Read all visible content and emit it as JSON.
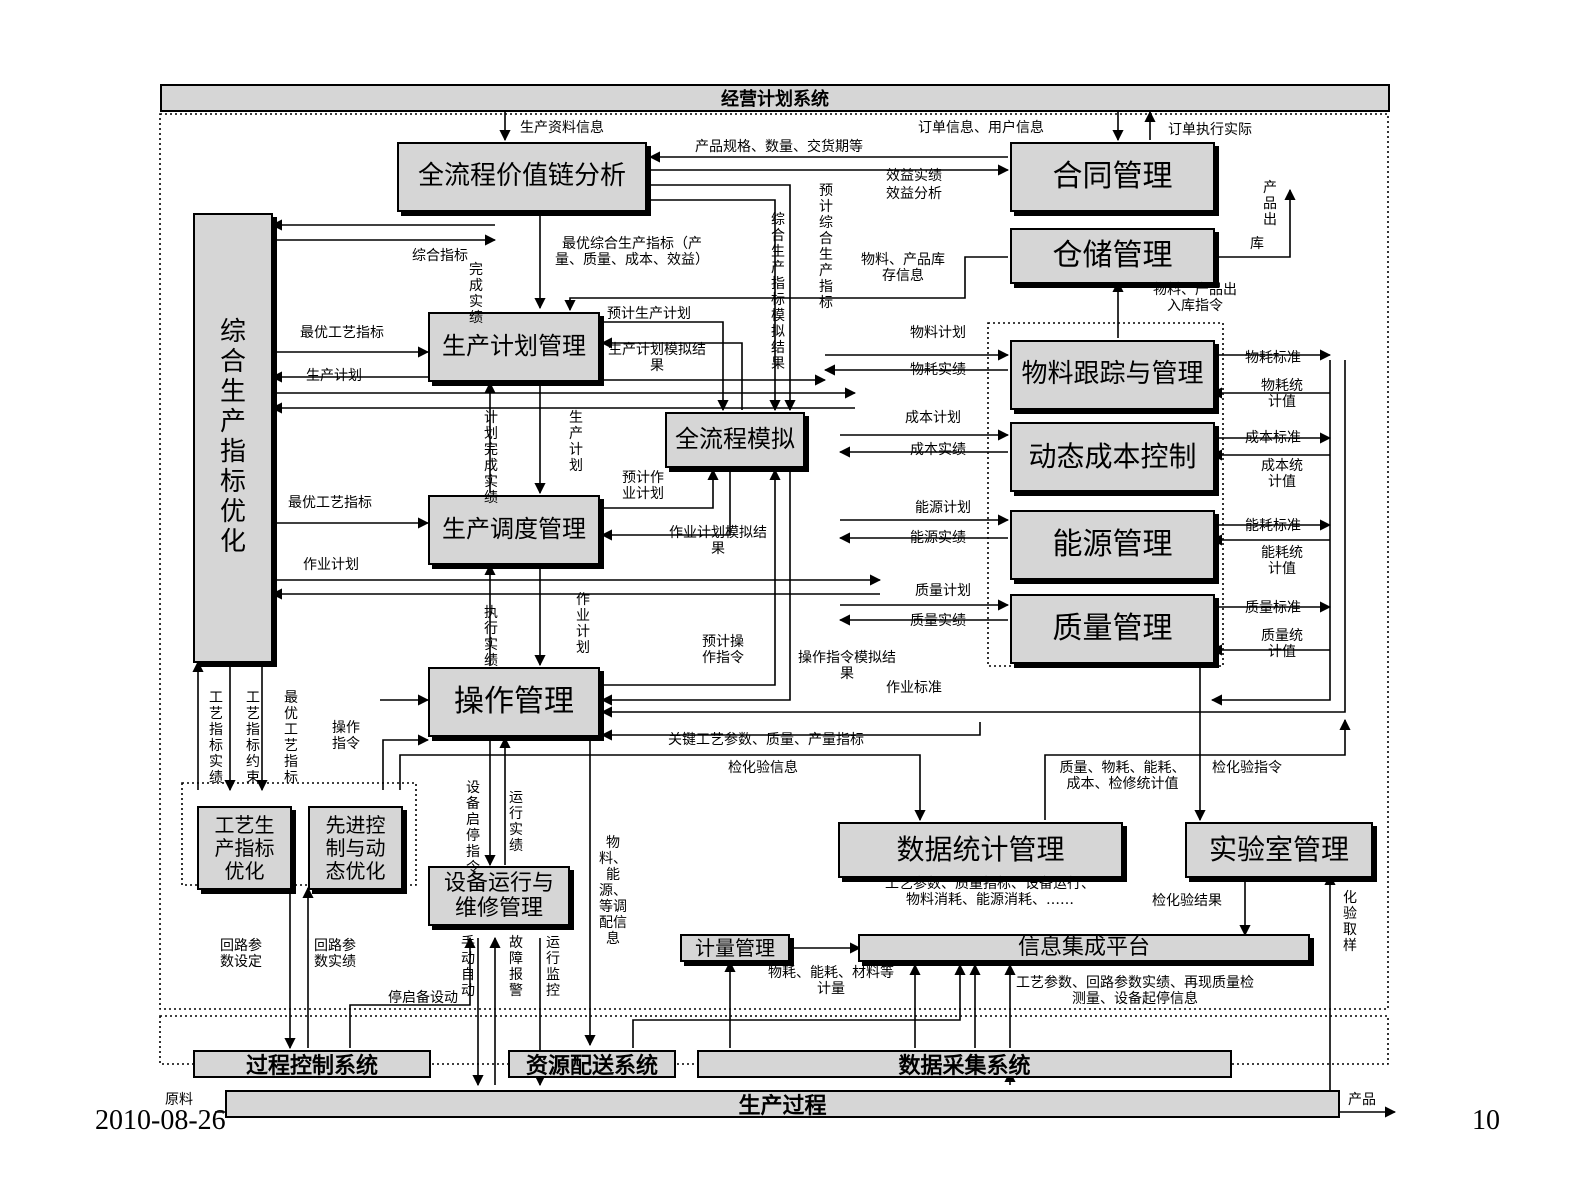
{
  "top_bar": "经营计划系统",
  "boxes": {
    "value_chain": "全流程价值链分析",
    "contract": "合同管理",
    "warehouse": "仓储管理",
    "overall_index": "综合生产指标优化",
    "prod_plan": "生产计划管理",
    "simulation": "全流程模拟",
    "dispatch": "生产调度管理",
    "operation": "操作管理",
    "material": "物料跟踪与管理",
    "cost": "动态成本控制",
    "energy": "能源管理",
    "quality": "质量管理",
    "process_index": "工艺生产指标优化",
    "adv_control": "先进控制与动态优化",
    "equipment": "设备运行与维修管理",
    "data_stats": "数据统计管理",
    "lab": "实验室管理",
    "metering": "计量管理",
    "info_platform": "信息集成平台"
  },
  "bottom_bars": {
    "process_control": "过程控制系统",
    "resource": "资源配送系统",
    "data_acq": "数据采集系统",
    "production": "生产过程"
  },
  "labels": {
    "l1": "生产资料信息",
    "l2": "订单信息、用户信息",
    "l3": "订单执行实际",
    "l4": "产品规格、数量、交货期等",
    "l5": "效益实绩",
    "l6": "效益分析",
    "l7": "产品出",
    "l8": "库",
    "l9": "综合指标",
    "l10": "完成实绩",
    "l11": "最优综合生产指标（产量、质量、成本、效益）",
    "l12": "综合生产指标模拟结果",
    "l13": "预计综合生产指标",
    "l14": "物料、产品库存信息",
    "l15": "物料、产品出入库指令",
    "l16": "预计生产计划",
    "l17": "最优工艺指标",
    "l18": "生产计划",
    "l19": "生产计划模拟结果",
    "l20": "物料计划",
    "l21": "物耗实绩",
    "l22": "物耗标准",
    "l23": "物耗统计值",
    "l24": "成本计划",
    "l25": "成本实绩",
    "l26": "成本标准",
    "l27": "成本统计值",
    "l28": "计划完成实绩",
    "l29": "生产计划",
    "l30": "预计作业计划",
    "l31": "最优工艺指标",
    "l32": "能源计划",
    "l33": "能源实绩",
    "l34": "能耗标准",
    "l35": "能耗统计值",
    "l36": "作业计划模拟结果",
    "l37": "作业计划",
    "l38": "质量计划",
    "l39": "质量实绩",
    "l40": "质量标准",
    "l41": "质量统计值",
    "l42": "执行实绩",
    "l43": "作业计划",
    "l44": "预计操作指令",
    "l45": "操作指令模拟结果",
    "l46": "作业标准",
    "l47": "工艺指标实绩",
    "l48": "工艺指标约束",
    "l49": "最优工艺指标",
    "l50": "操作指令",
    "l51": "关键工艺参数、质量、产量指标",
    "l52": "检化验信息",
    "l53": "质量、物耗、能耗、成本、检修统计值",
    "l54": "检化验指令",
    "l55": "设备启停指令",
    "l56": "运行实绩",
    "l57": "物料、能源、等调配信息",
    "l58": "工艺参数、质量指标、设备运行、物料消耗、能源消耗、……",
    "l59": "检化验结果",
    "l60": "化验取样",
    "l61": "回路参数设定",
    "l62": "回路参数实绩",
    "l63": "手动自动",
    "l64": "故障报警",
    "l65": "运行监控",
    "l66": "停启备设动",
    "l67": "物耗、能耗、材料等计量",
    "l68": "工艺参数、回路参数实绩、再现质量检测量、设备起停信息",
    "l69": "原料",
    "l70": "产品"
  },
  "footer": {
    "date": "2010-08-26",
    "page": "10"
  }
}
